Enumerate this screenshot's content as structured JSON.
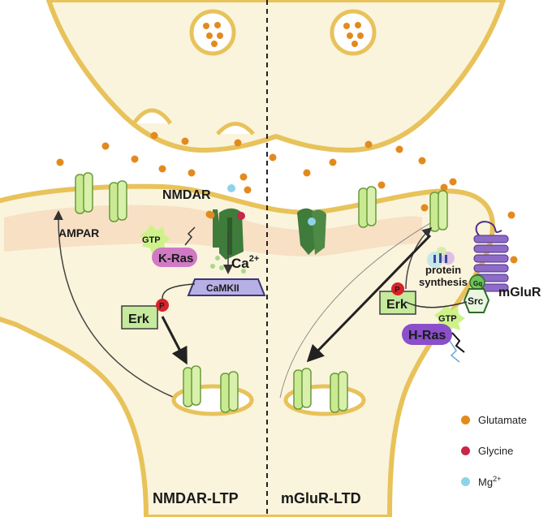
{
  "labels": {
    "nmdar": "NMDAR",
    "ampar": "AMPAR",
    "k_ras": "K-Ras",
    "gtp_left": "GTP",
    "gtp_right": "GTP",
    "calcium": "Ca",
    "calcium_charge": "2+",
    "camkii": "CaMKII",
    "erk_left": "Erk",
    "erk_right": "Erk",
    "phospho": "P",
    "protein": "protein",
    "synthesis": "synthesis",
    "gq": "Gq",
    "src": "Src",
    "mglur": "mGluR",
    "h_ras": "H-Ras"
  },
  "panels": {
    "left_title": "NMDAR-LTP",
    "right_title": "mGluR-LTD"
  },
  "legend": {
    "glutamate": "Glutamate",
    "glycine": "Glycine",
    "mg": "Mg",
    "mg_charge": "2+"
  },
  "colors": {
    "membrane_fill": "#faf4dc",
    "membrane_edge": "#e8c25a",
    "psd_band": "#f6dcc0",
    "ampar": "#c9ea92",
    "nmdar": "#3f7b3a",
    "glutamate": "#e38a1e",
    "glycine": "#c8264a",
    "magnesium": "#8fd3ea",
    "k_ras": "#d07ac4",
    "h_ras": "#8a4fc9",
    "erk_box": "#c5ea9c",
    "camkii": "#8e87c9",
    "mglur": "#8e6bc6",
    "phospho": "#d8222a"
  }
}
